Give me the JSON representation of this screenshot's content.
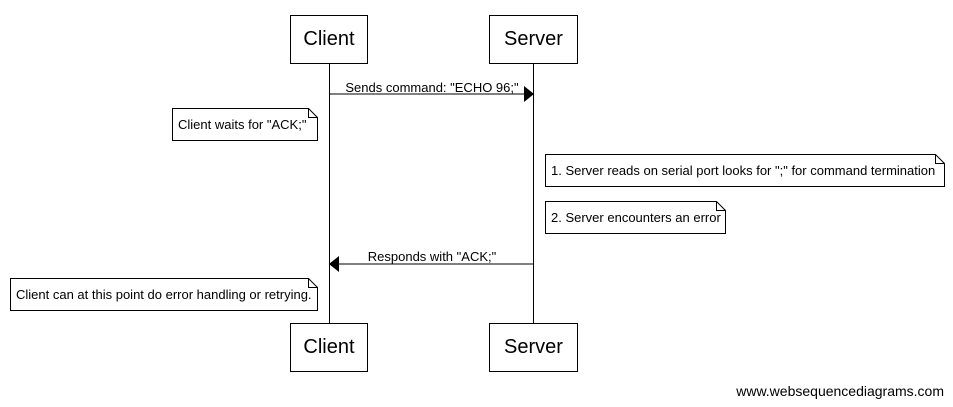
{
  "participants": [
    {
      "id": "client",
      "label": "Client"
    },
    {
      "id": "server",
      "label": "Server"
    }
  ],
  "messages": [
    {
      "from": "client",
      "to": "server",
      "label": "Sends command: \"ECHO 96;\""
    },
    {
      "from": "server",
      "to": "client",
      "label": "Responds with \"ACK;\""
    }
  ],
  "notes": [
    {
      "text": "Client waits for \"ACK;\""
    },
    {
      "text": "1. Server reads on serial port looks for \";\" for command termination"
    },
    {
      "text": "2. Server encounters an error"
    },
    {
      "text": "Client can at this point do error handling or retrying."
    }
  ],
  "footer": "www.websequencediagrams.com"
}
